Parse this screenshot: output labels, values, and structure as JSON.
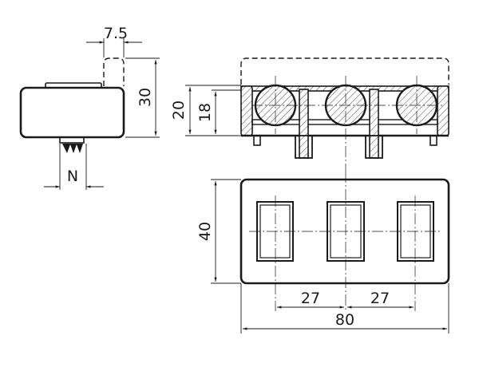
{
  "dimensions": {
    "side_offset": "7.5",
    "side_height": "30",
    "connector_width": "N",
    "section_height_outer": "20",
    "section_height_inner": "18",
    "front_height": "40",
    "pitch_left": "27",
    "pitch_right": "27",
    "overall_width": "80"
  }
}
